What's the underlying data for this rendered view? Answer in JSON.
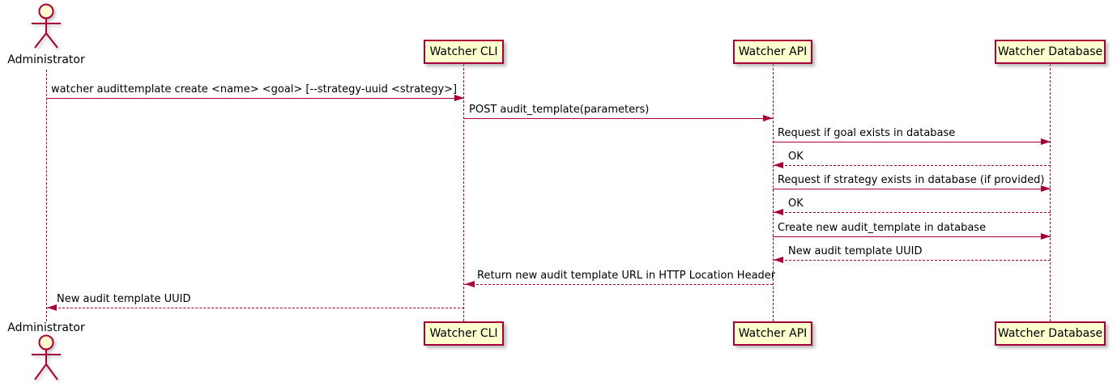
{
  "colors": {
    "accent": "#A80036",
    "participant_fill": "#FEFECE",
    "text": "#000000",
    "background": "#FFFFFF"
  },
  "actor": {
    "name": "Administrator"
  },
  "participants": [
    {
      "label": "Watcher CLI"
    },
    {
      "label": "Watcher API"
    },
    {
      "label": "Watcher Database"
    }
  ],
  "messages": [
    {
      "from": "Administrator",
      "to": "Watcher CLI",
      "label": "watcher audittemplate create <name> <goal> [--strategy-uuid <strategy>]",
      "line": "solid",
      "direction": "right"
    },
    {
      "from": "Watcher CLI",
      "to": "Watcher API",
      "label": "POST audit_template(parameters)",
      "line": "solid",
      "direction": "right"
    },
    {
      "from": "Watcher API",
      "to": "Watcher Database",
      "label": "Request if goal exists in database",
      "line": "solid",
      "direction": "right"
    },
    {
      "from": "Watcher Database",
      "to": "Watcher API",
      "label": "OK",
      "line": "dashed",
      "direction": "left"
    },
    {
      "from": "Watcher API",
      "to": "Watcher Database",
      "label": "Request if strategy exists in database (if provided)",
      "line": "solid",
      "direction": "right"
    },
    {
      "from": "Watcher Database",
      "to": "Watcher API",
      "label": "OK",
      "line": "dashed",
      "direction": "left"
    },
    {
      "from": "Watcher API",
      "to": "Watcher Database",
      "label": "Create new audit_template in database",
      "line": "solid",
      "direction": "right"
    },
    {
      "from": "Watcher Database",
      "to": "Watcher API",
      "label": "New audit template UUID",
      "line": "dashed",
      "direction": "left"
    },
    {
      "from": "Watcher API",
      "to": "Watcher CLI",
      "label": "Return new audit template URL in HTTP Location Header",
      "line": "dashed",
      "direction": "left"
    },
    {
      "from": "Watcher CLI",
      "to": "Administrator",
      "label": "New audit template UUID",
      "line": "dashed",
      "direction": "left"
    }
  ]
}
